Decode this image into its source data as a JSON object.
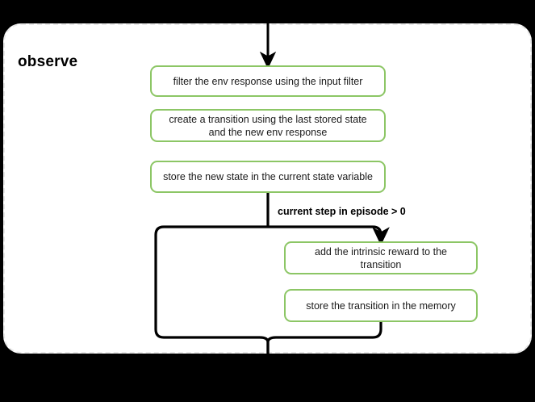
{
  "diagram": {
    "scope_title": "observe",
    "background_color": "#000000",
    "panel_color": "#ffffff",
    "panel_border_color": "#e8e8e8",
    "node_border_color": "#8CC665",
    "edge_color": "#000000",
    "nodes": [
      {
        "id": "filter",
        "label": "filter the env response using the input filter"
      },
      {
        "id": "transition",
        "label": "create a transition using the last stored state and the new env response"
      },
      {
        "id": "storestate",
        "label": "store the new state in the current state variable"
      },
      {
        "id": "intrinsic",
        "label": "add the intrinsic reward to the transition"
      },
      {
        "id": "memory",
        "label": "store the transition in the memory"
      }
    ],
    "edges": [
      {
        "id": "entry",
        "label": ""
      },
      {
        "id": "branch",
        "label": "current step in episode > 0"
      },
      {
        "id": "skip",
        "label": ""
      },
      {
        "id": "exit",
        "label": ""
      }
    ]
  }
}
